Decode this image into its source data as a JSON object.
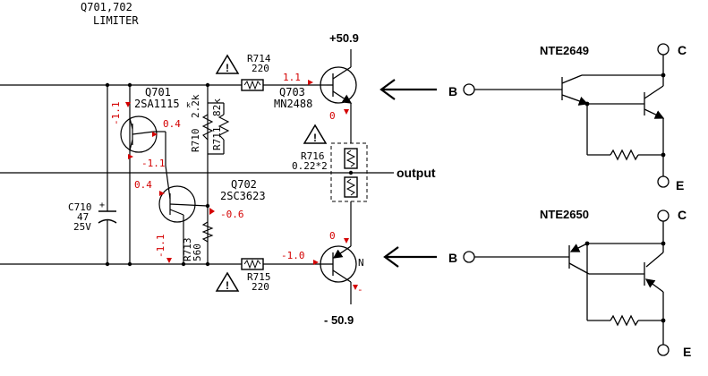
{
  "header": {
    "line1": "Q701,702",
    "line2": "LIMITER"
  },
  "rails": {
    "positive": "+50.9",
    "negative": "- 50.9"
  },
  "output_label": "output",
  "transistors": {
    "q701": {
      "ref": "Q701",
      "part": "2SA1115",
      "suffix": "k"
    },
    "q702": {
      "ref": "Q702",
      "part": "2SC3623"
    },
    "q703": {
      "ref": "Q703",
      "part": "MN2488"
    },
    "q704_partial": "N"
  },
  "resistors": {
    "r714": {
      "ref": "R714",
      "value": "220"
    },
    "r715": {
      "ref": "R715",
      "value": "220"
    },
    "r710": {
      "ref": "R710",
      "value": "2.2k"
    },
    "r711": {
      "ref": "R711",
      "value": "82k"
    },
    "r713": {
      "ref": "R713",
      "value": "560"
    },
    "r716": {
      "ref": "R716",
      "value": "0.22*2"
    }
  },
  "capacitor": {
    "ref": "C710",
    "value": "47",
    "voltage": "25V",
    "polarity": "+"
  },
  "voltages": {
    "v_neg11_q701_top": "-1.1",
    "v_04_q701_right": "0.4",
    "v_neg11_q701_bottom": "-1.1",
    "v_04_q702_left": "0.4",
    "v_neg06_q702": "-0.6",
    "v_neg11_q702_bottom": "-1.1",
    "v_11_q703_base": "1.1",
    "v_0_q703_emitter": "0",
    "v_0_lower_emitter": "0",
    "v_neg10_lower_base": "-1.0",
    "v_minus_partial": "-"
  },
  "warning_symbol": "!",
  "nte2649": {
    "title": "NTE2649",
    "c": "C",
    "b": "B",
    "e": "E"
  },
  "nte2650": {
    "title": "NTE2650",
    "c": "C",
    "b": "B",
    "e": "E"
  },
  "colors": {
    "ink": "#000000",
    "annotation": "#d40000"
  }
}
